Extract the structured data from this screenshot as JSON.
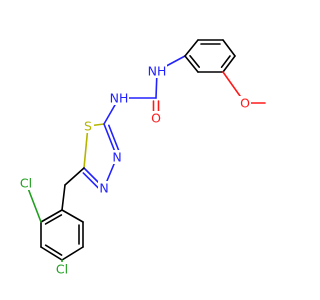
{
  "molecule": {
    "labels": {
      "nh_urea_right": "NH",
      "nh_urea_left": "NH",
      "carbonyl_o": "O",
      "ether_o": "O",
      "thiadiazole_s": "S",
      "thiadiazole_n3": "N",
      "thiadiazole_n4": "N",
      "cl_ortho": "Cl",
      "cl_para": "Cl"
    },
    "colors": {
      "carbon": "#000000",
      "nitrogen": "#2222ff",
      "oxygen": "#ff1a1a",
      "sulfur": "#b5b500",
      "chlorine": "#1fa01f"
    }
  }
}
